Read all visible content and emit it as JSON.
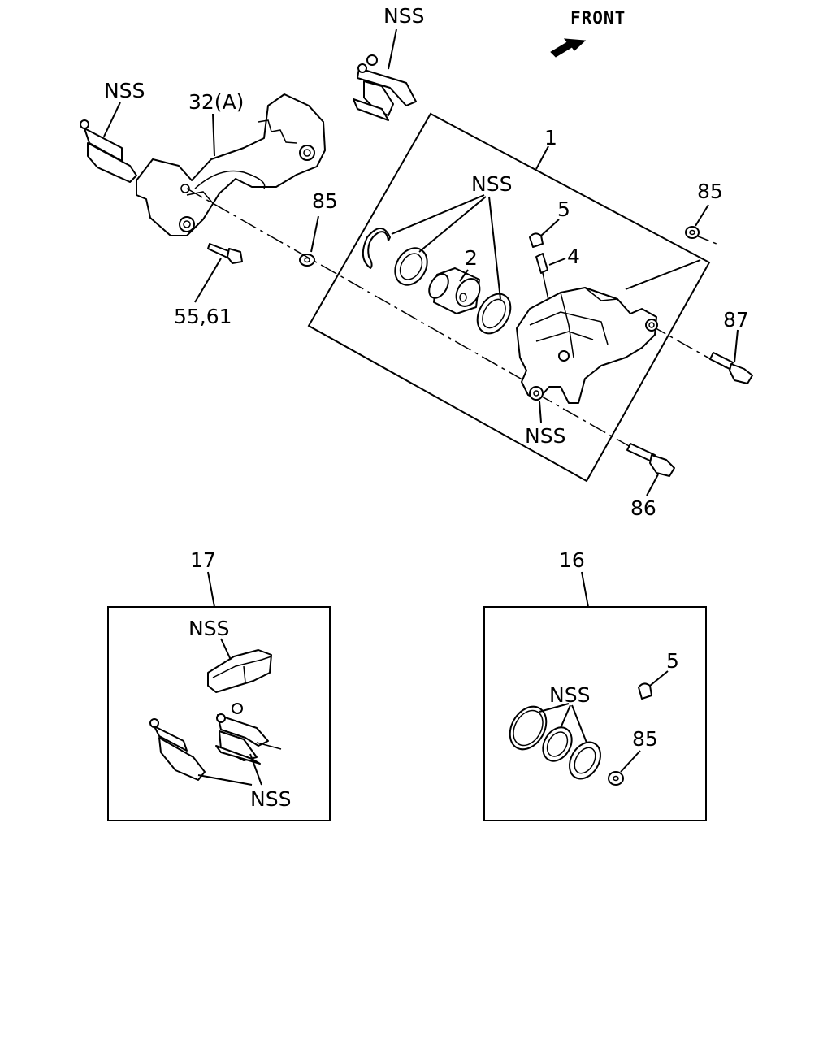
{
  "direction": {
    "text": "FRONT"
  },
  "labels": {
    "nss_top_clip": "NSS",
    "nss_left_clip": "NSS",
    "bracket": "32(A)",
    "assembly": "1",
    "nss_seals": "NSS",
    "item5": "5",
    "item4": "4",
    "item2": "2",
    "item85_top_right": "85",
    "item85_left": "85",
    "item87": "87",
    "bolt_55_61": "55,61",
    "nss_caliper": "NSS",
    "item86": "86"
  },
  "kits": {
    "pad_kit": {
      "number": "17",
      "nss_pad": "NSS",
      "nss_clips": "NSS"
    },
    "seal_kit": {
      "number": "16",
      "item5": "5",
      "nss_seals": "NSS",
      "item85": "85"
    }
  },
  "icons": [
    "front-arrow-icon"
  ]
}
